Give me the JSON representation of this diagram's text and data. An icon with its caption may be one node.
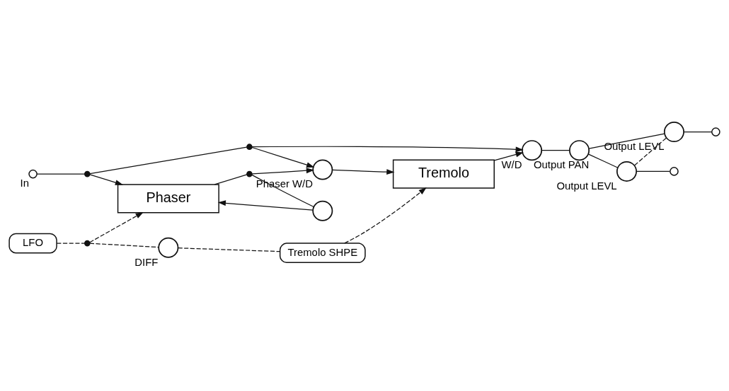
{
  "diagram": {
    "nodes": [
      {
        "text": [],
        "shape": "circle",
        "beside": [
          "In"
        ]
      },
      {
        "text": [],
        "shape": "dot"
      },
      {
        "text": [],
        "shape": "dot"
      },
      {
        "text": [
          "Phaser"
        ]
      },
      {
        "text": [],
        "shape": "dot"
      },
      {
        "text": [],
        "shape": "knob",
        "beside": [
          "Phaser W/D"
        ]
      },
      {
        "text": [],
        "shape": "knob"
      },
      {
        "text": [
          "Tremolo"
        ]
      },
      {
        "text": [],
        "shape": "knob",
        "beside": [
          "W/D"
        ]
      },
      {
        "text": [],
        "shape": "knob",
        "beside": [
          "Output PAN"
        ]
      },
      {
        "text": [],
        "shape": "knob",
        "beside": [
          "Output LEVL"
        ]
      },
      {
        "text": [],
        "shape": "circle"
      },
      {
        "text": [],
        "shape": "knob",
        "beside": [
          "Output LEVL"
        ]
      },
      {
        "text": [],
        "shape": "circle"
      },
      {
        "text": [
          "LFO"
        ]
      },
      {
        "text": [],
        "shape": "dot"
      },
      {
        "text": [],
        "shape": "knob",
        "beside": [
          "DIFF"
        ]
      },
      {
        "text": [
          "Tremolo SHPE"
        ]
      }
    ],
    "edges": [
      {
        "from": 0,
        "to": 1,
        "arrow": "none"
      },
      {
        "from": 1,
        "to": 2,
        "arrow": "none"
      },
      {
        "from": 2,
        "to": 8,
        "arrow": "to"
      },
      {
        "from": 1,
        "to": 3,
        "arrow": "to"
      },
      {
        "from": 3,
        "to": 4,
        "arrow": "none"
      },
      {
        "from": 4,
        "to": 5,
        "arrow": "to"
      },
      {
        "from": 2,
        "to": 5,
        "arrow": "to"
      },
      {
        "from": 4,
        "to": 6,
        "arrow": "none"
      },
      {
        "from": 6,
        "to": 3,
        "arrow": "to"
      },
      {
        "from": 5,
        "to": 7,
        "arrow": "to"
      },
      {
        "from": 7,
        "to": 8,
        "arrow": "to"
      },
      {
        "from": 8,
        "to": 9,
        "arrow": "none"
      },
      {
        "from": 9,
        "to": 10,
        "arrow": "none"
      },
      {
        "from": 9,
        "to": 12,
        "arrow": "none"
      },
      {
        "from": 10,
        "to": 11,
        "arrow": "none"
      },
      {
        "from": 12,
        "to": 13,
        "arrow": "none"
      },
      {
        "from": 12,
        "to": 10,
        "arrow": "none",
        "style": "dashed"
      },
      {
        "from": 14,
        "to": 15,
        "arrow": "none",
        "style": "dashed"
      },
      {
        "from": 15,
        "to": 3,
        "arrow": "to",
        "style": "dashed"
      },
      {
        "from": 15,
        "to": 16,
        "arrow": "none",
        "style": "dashed"
      },
      {
        "from": 16,
        "to": 17,
        "arrow": "none",
        "style": "dashed"
      },
      {
        "from": 17,
        "to": 7,
        "arrow": "to",
        "style": "dashed"
      }
    ]
  }
}
